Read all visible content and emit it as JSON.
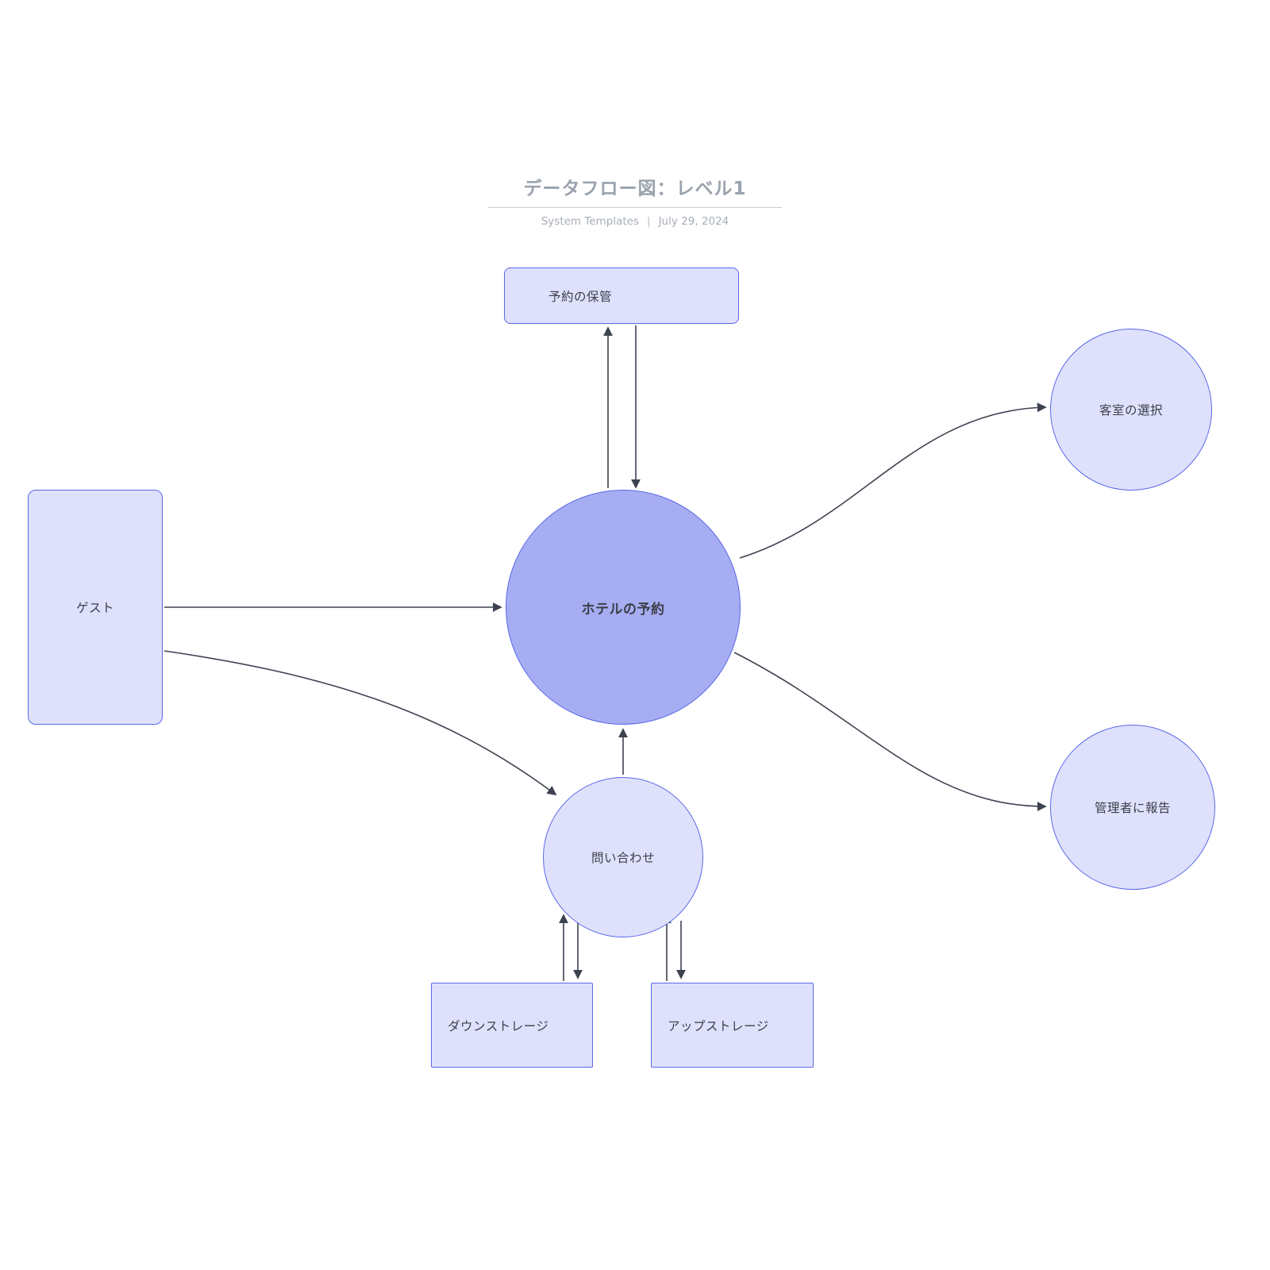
{
  "header": {
    "title": "データフロー図：レベル1",
    "author": "System Templates",
    "separator": "|",
    "date": "July 29, 2024"
  },
  "nodes": {
    "reservation_store": {
      "label": "予約の保管",
      "type": "data-store"
    },
    "guest": {
      "label": "ゲスト",
      "type": "external-entity"
    },
    "hotel_booking": {
      "label": "ホテルの予約",
      "type": "process"
    },
    "room_selection": {
      "label": "客室の選択",
      "type": "process"
    },
    "report_admin": {
      "label": "管理者に報告",
      "type": "process"
    },
    "inquiry": {
      "label": "問い合わせ",
      "type": "process"
    },
    "down_storage": {
      "label": "ダウンストレージ",
      "type": "data-store"
    },
    "up_storage": {
      "label": "アップストレージ",
      "type": "data-store"
    }
  },
  "connectors": [
    {
      "from": "hotel_booking",
      "to": "reservation_store"
    },
    {
      "from": "reservation_store",
      "to": "hotel_booking"
    },
    {
      "from": "guest",
      "to": "hotel_booking"
    },
    {
      "from": "guest",
      "to": "inquiry"
    },
    {
      "from": "hotel_booking",
      "to": "room_selection"
    },
    {
      "from": "hotel_booking",
      "to": "report_admin"
    },
    {
      "from": "inquiry",
      "to": "hotel_booking"
    },
    {
      "from": "down_storage",
      "to": "inquiry"
    },
    {
      "from": "inquiry",
      "to": "down_storage"
    },
    {
      "from": "up_storage",
      "to": "inquiry"
    },
    {
      "from": "inquiry",
      "to": "up_storage"
    }
  ],
  "colors": {
    "node_fill_light": "#dfe1fc",
    "node_fill_primary": "#a6adf2",
    "node_border": "#5b68e8",
    "connector": "#3d4250",
    "title_text": "#9aa2ae",
    "subtitle_text": "#a7adb8",
    "label_text": "#3b3f49"
  }
}
